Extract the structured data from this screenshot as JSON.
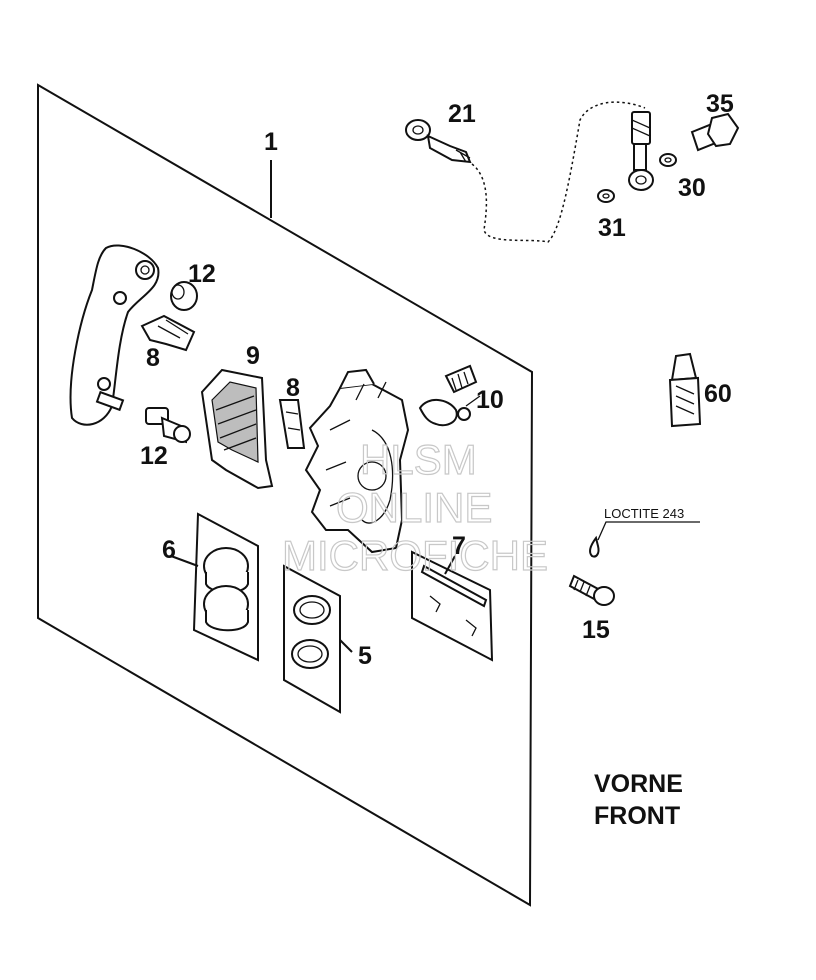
{
  "callouts": {
    "c1": "1",
    "c21": "21",
    "c35": "35",
    "c30": "30",
    "c31": "31",
    "c12a": "12",
    "c8a": "8",
    "c9": "9",
    "c8b": "8",
    "c10": "10",
    "c12b": "12",
    "c60": "60",
    "c6": "6",
    "c7": "7",
    "c5": "5",
    "c15": "15"
  },
  "note_loctite": "LOCTITE 243",
  "caption": {
    "line1": "VORNE",
    "line2": "FRONT"
  },
  "watermark": {
    "line1": "HLSM",
    "line2": "ONLINE",
    "line3": "MICROFICHE"
  }
}
